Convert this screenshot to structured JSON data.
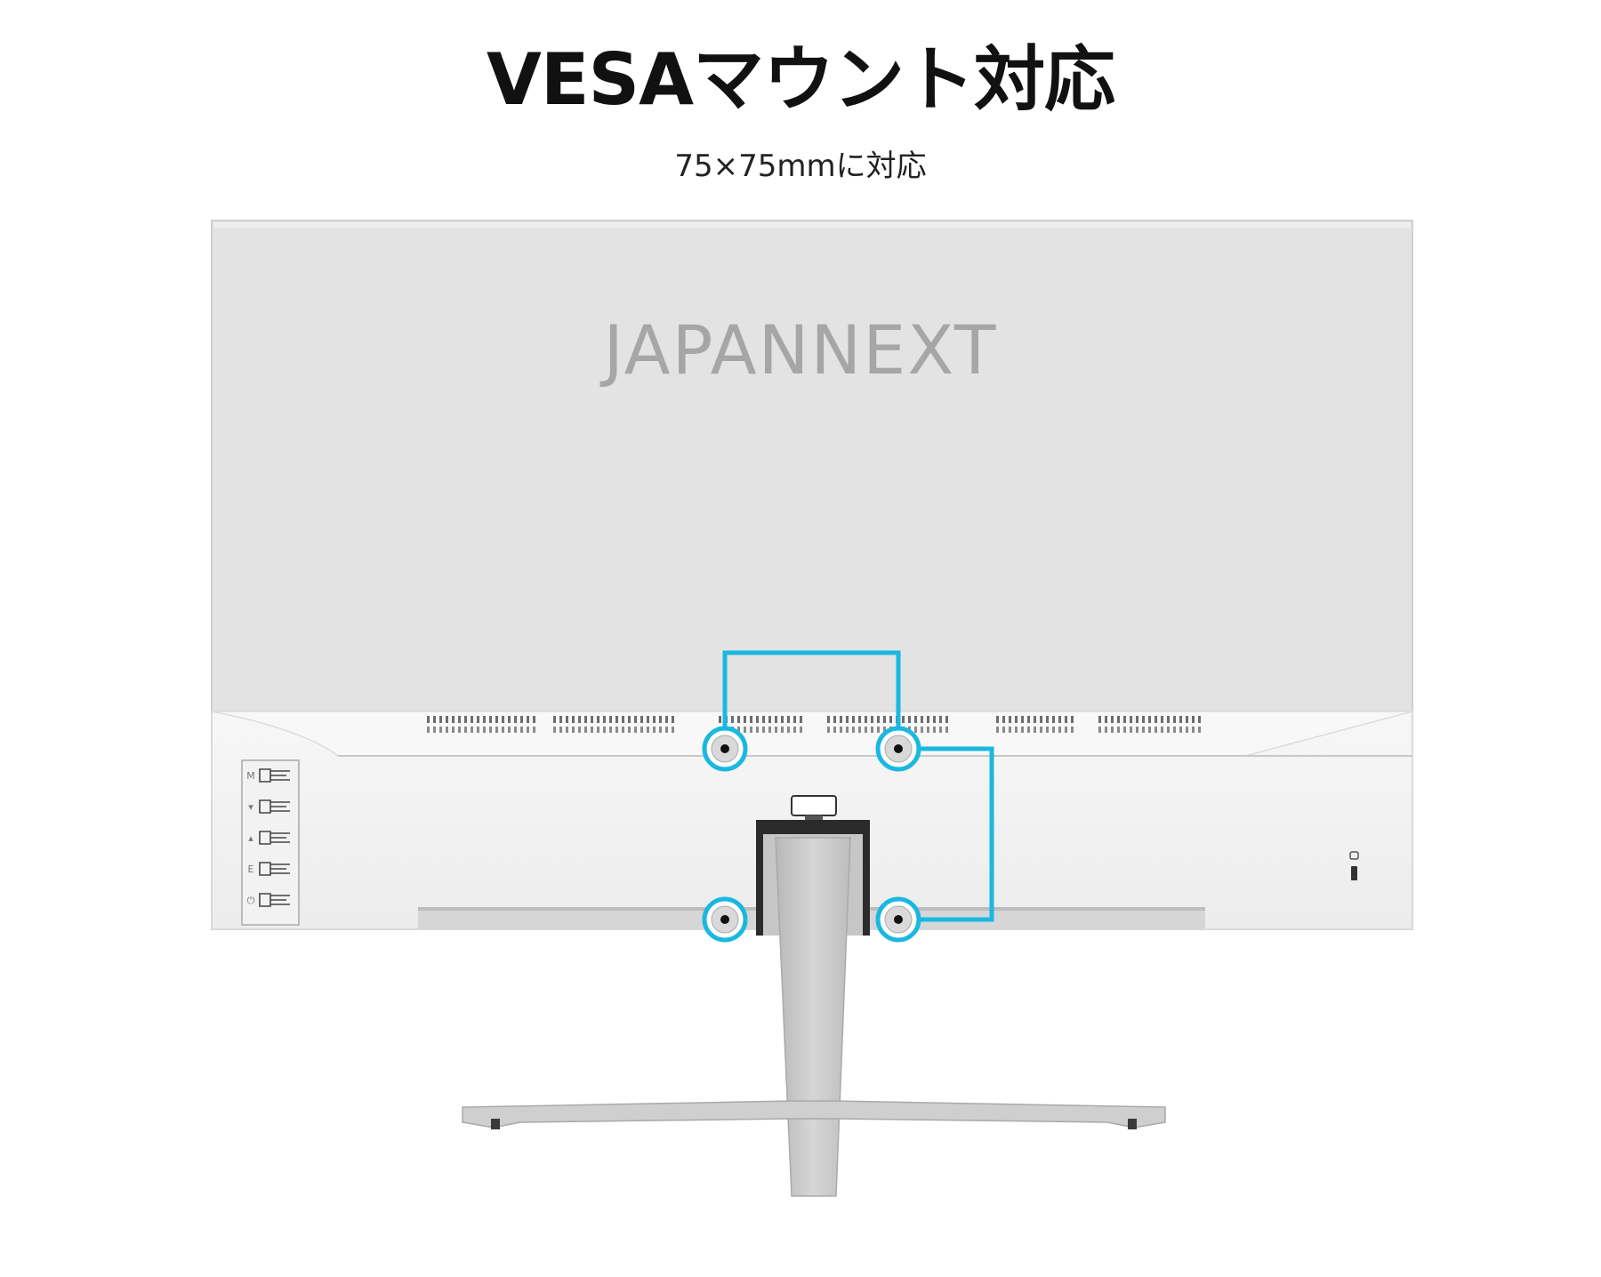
{
  "header": {
    "title": "VESAマウント対応",
    "subtitle": "75×75mmに対応"
  },
  "monitor": {
    "brand": "JAPANNEXT",
    "control_buttons": [
      "M",
      "▾",
      "▴",
      "E",
      "⏻"
    ]
  },
  "colors": {
    "highlight": "#1ab8e0",
    "panel": "#e2e2e2",
    "bezel": "#f4f4f4",
    "stand": "#c9c9c9"
  },
  "icons": [
    "vesa-screw-hole-icon",
    "kensington-lock-icon",
    "power-icon"
  ]
}
